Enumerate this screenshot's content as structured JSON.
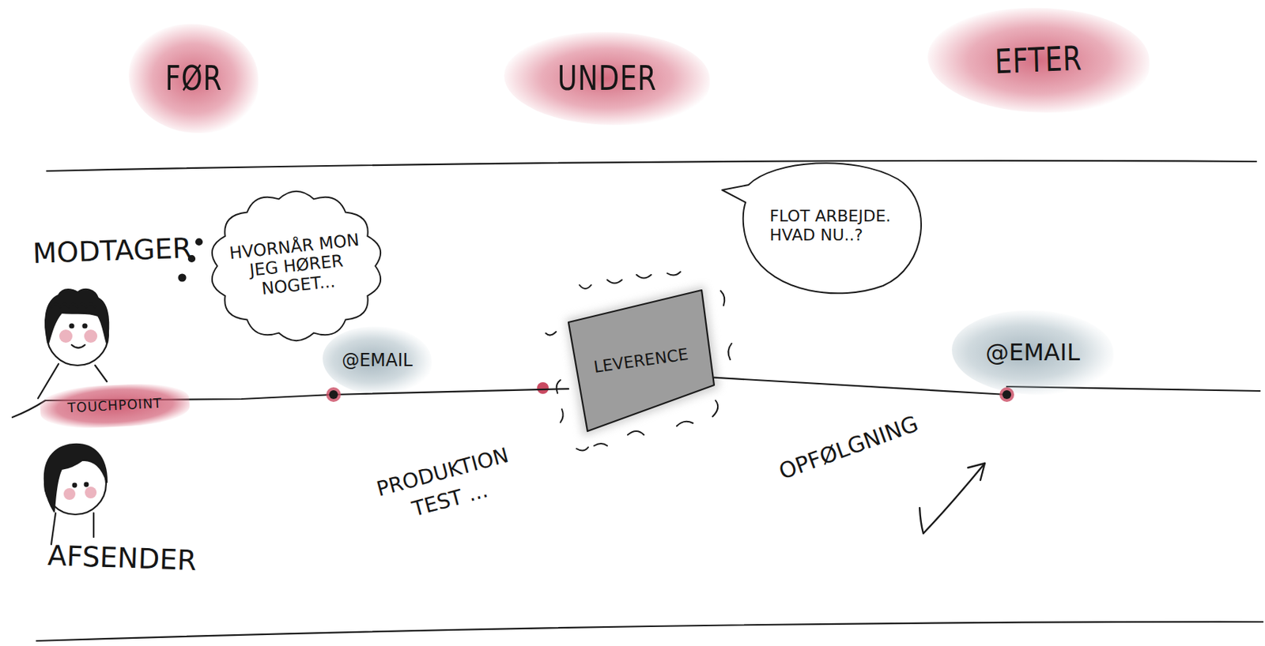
{
  "diagram": {
    "nodes": [
      {
        "text": [
          "FØR"
        ]
      },
      {
        "text": [
          "UNDER"
        ]
      },
      {
        "text": [
          "EFTER"
        ]
      },
      {
        "text": [
          "HVORNÅR MON JEG HØRER NOGET..."
        ]
      },
      {
        "text": [
          "FLOT ARBEJDE. HVAD NU..?"
        ]
      },
      {
        "text": [
          "TOUCHPOINT"
        ]
      },
      {
        "text": [
          "@EMAIL"
        ]
      },
      {
        "text": [
          "LEVERENCE"
        ]
      },
      {
        "text": [
          "@EMAIL"
        ]
      }
    ],
    "edges": [
      {
        "from": 6,
        "to": 7,
        "arrow": "none"
      },
      {
        "from": 7,
        "to": 8,
        "arrow": "none"
      }
    ],
    "labels": [
      "MODTAGER",
      "AFSENDER",
      "PRODUKTION TEST ...",
      "OPFØLGNING"
    ]
  }
}
